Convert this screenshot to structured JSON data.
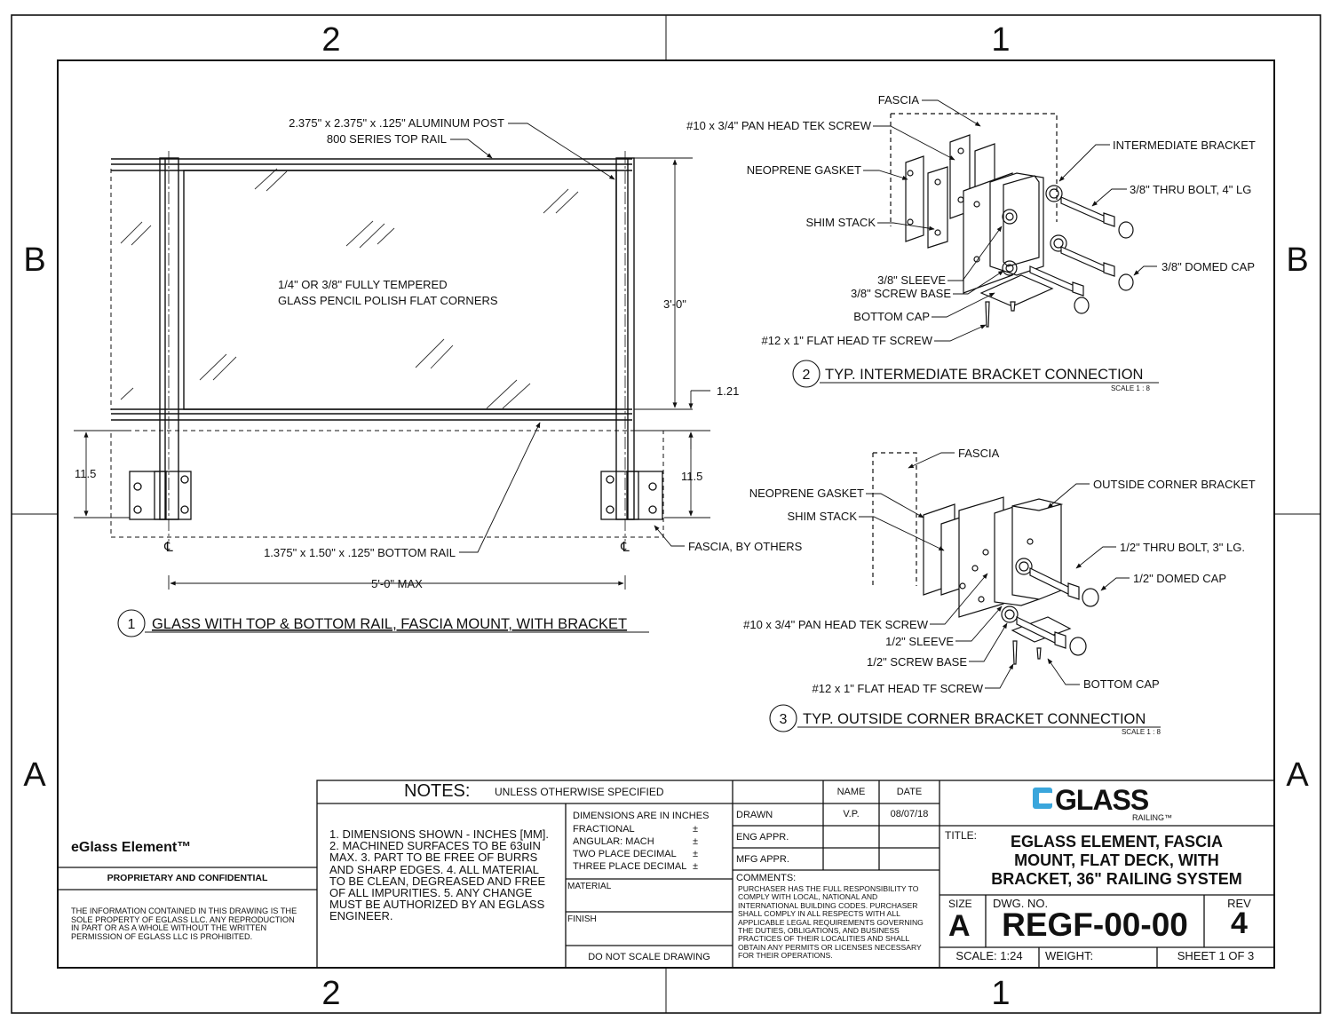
{
  "frame": {
    "zones_top": [
      "2",
      "1"
    ],
    "zones_bottom": [
      "2",
      "1"
    ],
    "zones_left": [
      "B",
      "A"
    ],
    "zones_right": [
      "B",
      "A"
    ]
  },
  "view1": {
    "num": "1",
    "title": "GLASS WITH TOP & BOTTOM RAIL, FASCIA MOUNT, WITH BRACKET",
    "post": "2.375\" x 2.375\" x .125\" ALUMINUM POST",
    "top_rail": "800 SERIES TOP RAIL",
    "glass1": "1/4\" OR 3/8\" FULLY TEMPERED",
    "glass2": "GLASS PENCIL POLISH FLAT CORNERS",
    "height": "3'-0\"",
    "gap": "1.21",
    "left_dim": "11.5",
    "right_dim": "11.5",
    "bottom_rail": "1.375\" x 1.50\" x .125\" BOTTOM RAIL",
    "fascia": "FASCIA, BY OTHERS",
    "span": "5'-0\" MAX",
    "cl": "℄"
  },
  "view2": {
    "num": "2",
    "title": "TYP. INTERMEDIATE BRACKET CONNECTION",
    "scale": "SCALE 1 : 8",
    "fascia": "FASCIA",
    "screw": "#10 x 3/4\" PAN HEAD TEK SCREW",
    "gasket": "NEOPRENE GASKET",
    "shim": "SHIM STACK",
    "sleeve": "3/8\" SLEEVE",
    "screw_base": "3/8\" SCREW BASE",
    "bottom_cap": "BOTTOM CAP",
    "flat_screw": "#12 x 1\" FLAT HEAD TF SCREW",
    "bracket": "INTERMEDIATE BRACKET",
    "bolt": "3/8\" THRU BOLT, 4\" LG",
    "cap": "3/8\" DOMED CAP"
  },
  "view3": {
    "num": "3",
    "title": "TYP. OUTSIDE CORNER BRACKET CONNECTION",
    "scale": "SCALE 1 : 8",
    "fascia": "FASCIA",
    "gasket": "NEOPRENE GASKET",
    "shim": "SHIM STACK",
    "bracket": "OUTSIDE CORNER BRACKET",
    "bolt": "1/2\" THRU BOLT, 3\" LG.",
    "cap": "1/2\" DOMED CAP",
    "screw": "#10 x 3/4\" PAN HEAD TEK SCREW",
    "sleeve": "1/2\" SLEEVE",
    "screw_base": "1/2\" SCREW BASE",
    "flat_screw": "#12 x 1\" FLAT HEAD TF SCREW",
    "bottom_cap": "BOTTOM CAP"
  },
  "title_block": {
    "product": "eGlass Element™",
    "proprietary": "PROPRIETARY AND CONFIDENTIAL",
    "prop_text": "THE INFORMATION CONTAINED IN THIS DRAWING IS THE SOLE PROPERTY OF EGLASS LLC. ANY REPRODUCTION IN PART OR AS A WHOLE WITHOUT THE WRITTEN PERMISSION OF EGLASS LLC IS PROHIBITED.",
    "notes_title": "NOTES:",
    "notes_sub": "UNLESS OTHERWISE SPECIFIED",
    "notes": "1. DIMENSIONS SHOWN - INCHES [MM]. 2. MACHINED SURFACES TO BE 63uIN MAX. 3. PART TO BE FREE OF BURRS AND SHARP EDGES. 4. ALL MATERIAL TO BE CLEAN, DEGREASED AND FREE OF ALL IMPURITIES. 5. ANY CHANGE MUST BE AUTHORIZED BY AN EGLASS ENGINEER.",
    "dim_head": "DIMENSIONS ARE IN INCHES",
    "tol_fractional": "FRACTIONAL",
    "tol_angular": "ANGULAR: MACH",
    "tol_two": "TWO PLACE DECIMAL",
    "tol_three": "THREE PLACE DECIMAL",
    "pm": "±",
    "material": "MATERIAL",
    "finish": "FINISH",
    "no_scale": "DO NOT SCALE DRAWING",
    "name_head": "NAME",
    "date_head": "DATE",
    "drawn": "DRAWN",
    "drawn_name": "V.P.",
    "drawn_date": "08/07/18",
    "eng": "ENG APPR.",
    "mfg": "MFG APPR.",
    "comments": "COMMENTS:",
    "comments_text": "PURCHASER HAS THE FULL RESPONSIBILITY TO COMPLY WITH LOCAL, NATIONAL AND INTERNATIONAL BUILDING CODES. PURCHASER SHALL COMPLY IN ALL RESPECTS WITH ALL APPLICABLE LEGAL REQUIREMENTS GOVERNING THE DUTIES, OBLIGATIONS, AND BUSINESS PRACTICES OF THEIR LOCALITIES AND SHALL OBTAIN ANY PERMITS OR LICENSES NECESSARY FOR THEIR OPERATIONS.",
    "logo_main": "GLASS",
    "logo_sub": "RAILING™",
    "title_label": "TITLE:",
    "title1": "EGLASS ELEMENT, FASCIA",
    "title2": "MOUNT, FLAT DECK, WITH",
    "title3": "BRACKET, 36\" RAILING SYSTEM",
    "size_label": "SIZE",
    "size": "A",
    "dwg_label": "DWG.  NO.",
    "dwg": "REGF-00-00",
    "rev_label": "REV",
    "rev": "4",
    "scale": "SCALE: 1:24",
    "weight": "WEIGHT:",
    "sheet": "SHEET 1 OF 3",
    "brand_color": "#3aa6dc"
  }
}
